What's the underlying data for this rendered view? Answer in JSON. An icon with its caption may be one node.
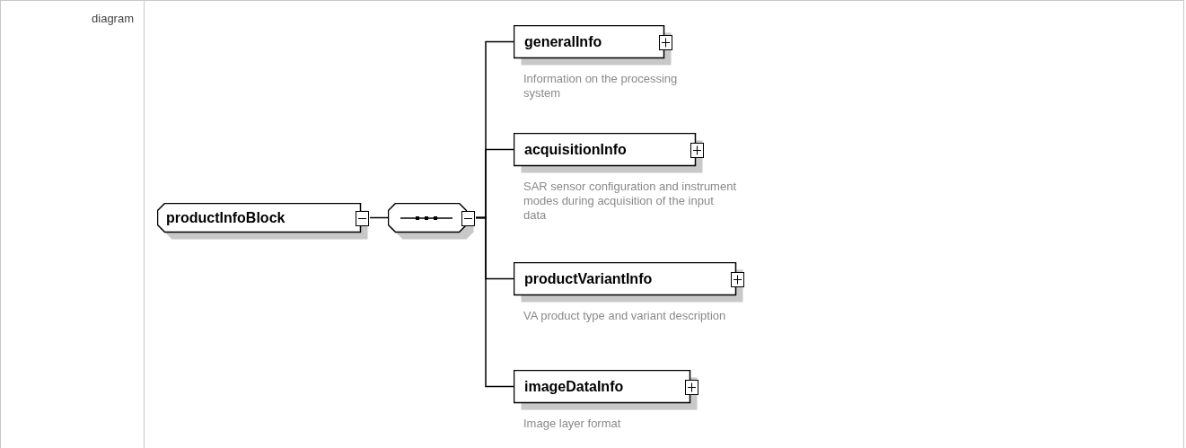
{
  "diagram": {
    "nodes": [
      {
        "text": [
          "productInfoBlock"
        ]
      },
      {
        "text": [],
        "shape": "octagon"
      },
      {
        "text": [
          "generalInfo"
        ],
        "beside": [
          "Information on the processing system"
        ]
      },
      {
        "text": [
          "acquisitionInfo"
        ],
        "beside": [
          "SAR sensor configuration and instrument modes during acquisition of the input data"
        ]
      },
      {
        "text": [
          "productVariantInfo"
        ],
        "beside": [
          "VA product type and variant description"
        ]
      },
      {
        "text": [
          "imageDataInfo"
        ],
        "beside": [
          "Image layer format"
        ]
      }
    ],
    "edges": [
      {
        "from": 0,
        "to": 1,
        "arrow": "none"
      },
      {
        "from": 1,
        "to": 2,
        "arrow": "none"
      },
      {
        "from": 1,
        "to": 3,
        "arrow": "none"
      },
      {
        "from": 1,
        "to": 4,
        "arrow": "none"
      },
      {
        "from": 1,
        "to": 5,
        "arrow": "none"
      }
    ],
    "labels": [
      "diagram"
    ]
  }
}
